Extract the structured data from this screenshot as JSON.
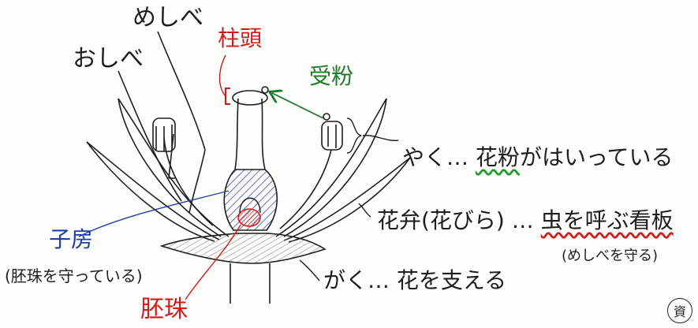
{
  "labels": {
    "mesibe": "めしべ",
    "oshibe": "おしべ",
    "chuto": "柱頭",
    "jufun": "受粉",
    "yaku": "やく",
    "ellipsis1": "…",
    "kafun": "花粉",
    "kafun_rest": "がはいっている",
    "kaben": "花弁(花びら)",
    "ellipsis2": "…",
    "mushi": "虫を呼ぶ看板",
    "mushi_sub": "(めしべを守る)",
    "shibo": "子房",
    "shibo_sub": "(胚珠を守っている)",
    "haishu": "胚珠",
    "gaku": "がく",
    "ellipsis3": "…",
    "gaku_desc": "花を支える",
    "stamp": "資"
  },
  "colors": {
    "ink": "#1e1e1e",
    "red": "#d21a1a",
    "green": "#1f7a2a",
    "blue": "#1f3fa8",
    "ovary_fill": "#3a4fb0",
    "ovule_fill": "#e02020"
  }
}
